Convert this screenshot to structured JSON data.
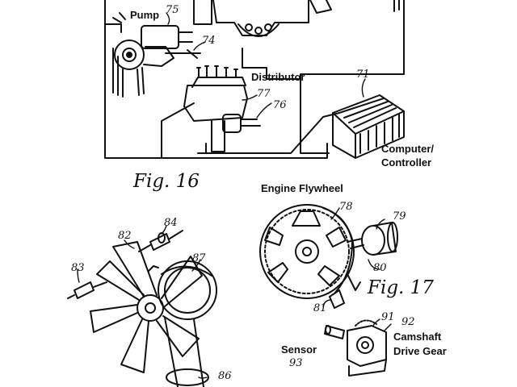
{
  "labels": {
    "pump": "Pump",
    "distributor": "Distributor",
    "computer_line1": "Computer/",
    "computer_line2": "Controller",
    "engine_flywheel": "Engine Flywheel",
    "sensor": "Sensor",
    "camshaft_line1": "Camshaft",
    "camshaft_line2": "Drive Gear"
  },
  "figures": {
    "fig16": "Fig. 16",
    "fig17": "Fig. 17"
  },
  "refs": {
    "r75": "75",
    "r74": "74",
    "r77": "77",
    "r76": "76",
    "r71": "71",
    "r78": "78",
    "r79": "79",
    "r80": "80",
    "r81": "81",
    "r82": "82",
    "r84": "84",
    "r83": "83",
    "r87": "87",
    "r86": "86",
    "r91": "91",
    "r92": "92",
    "r93": "93"
  }
}
